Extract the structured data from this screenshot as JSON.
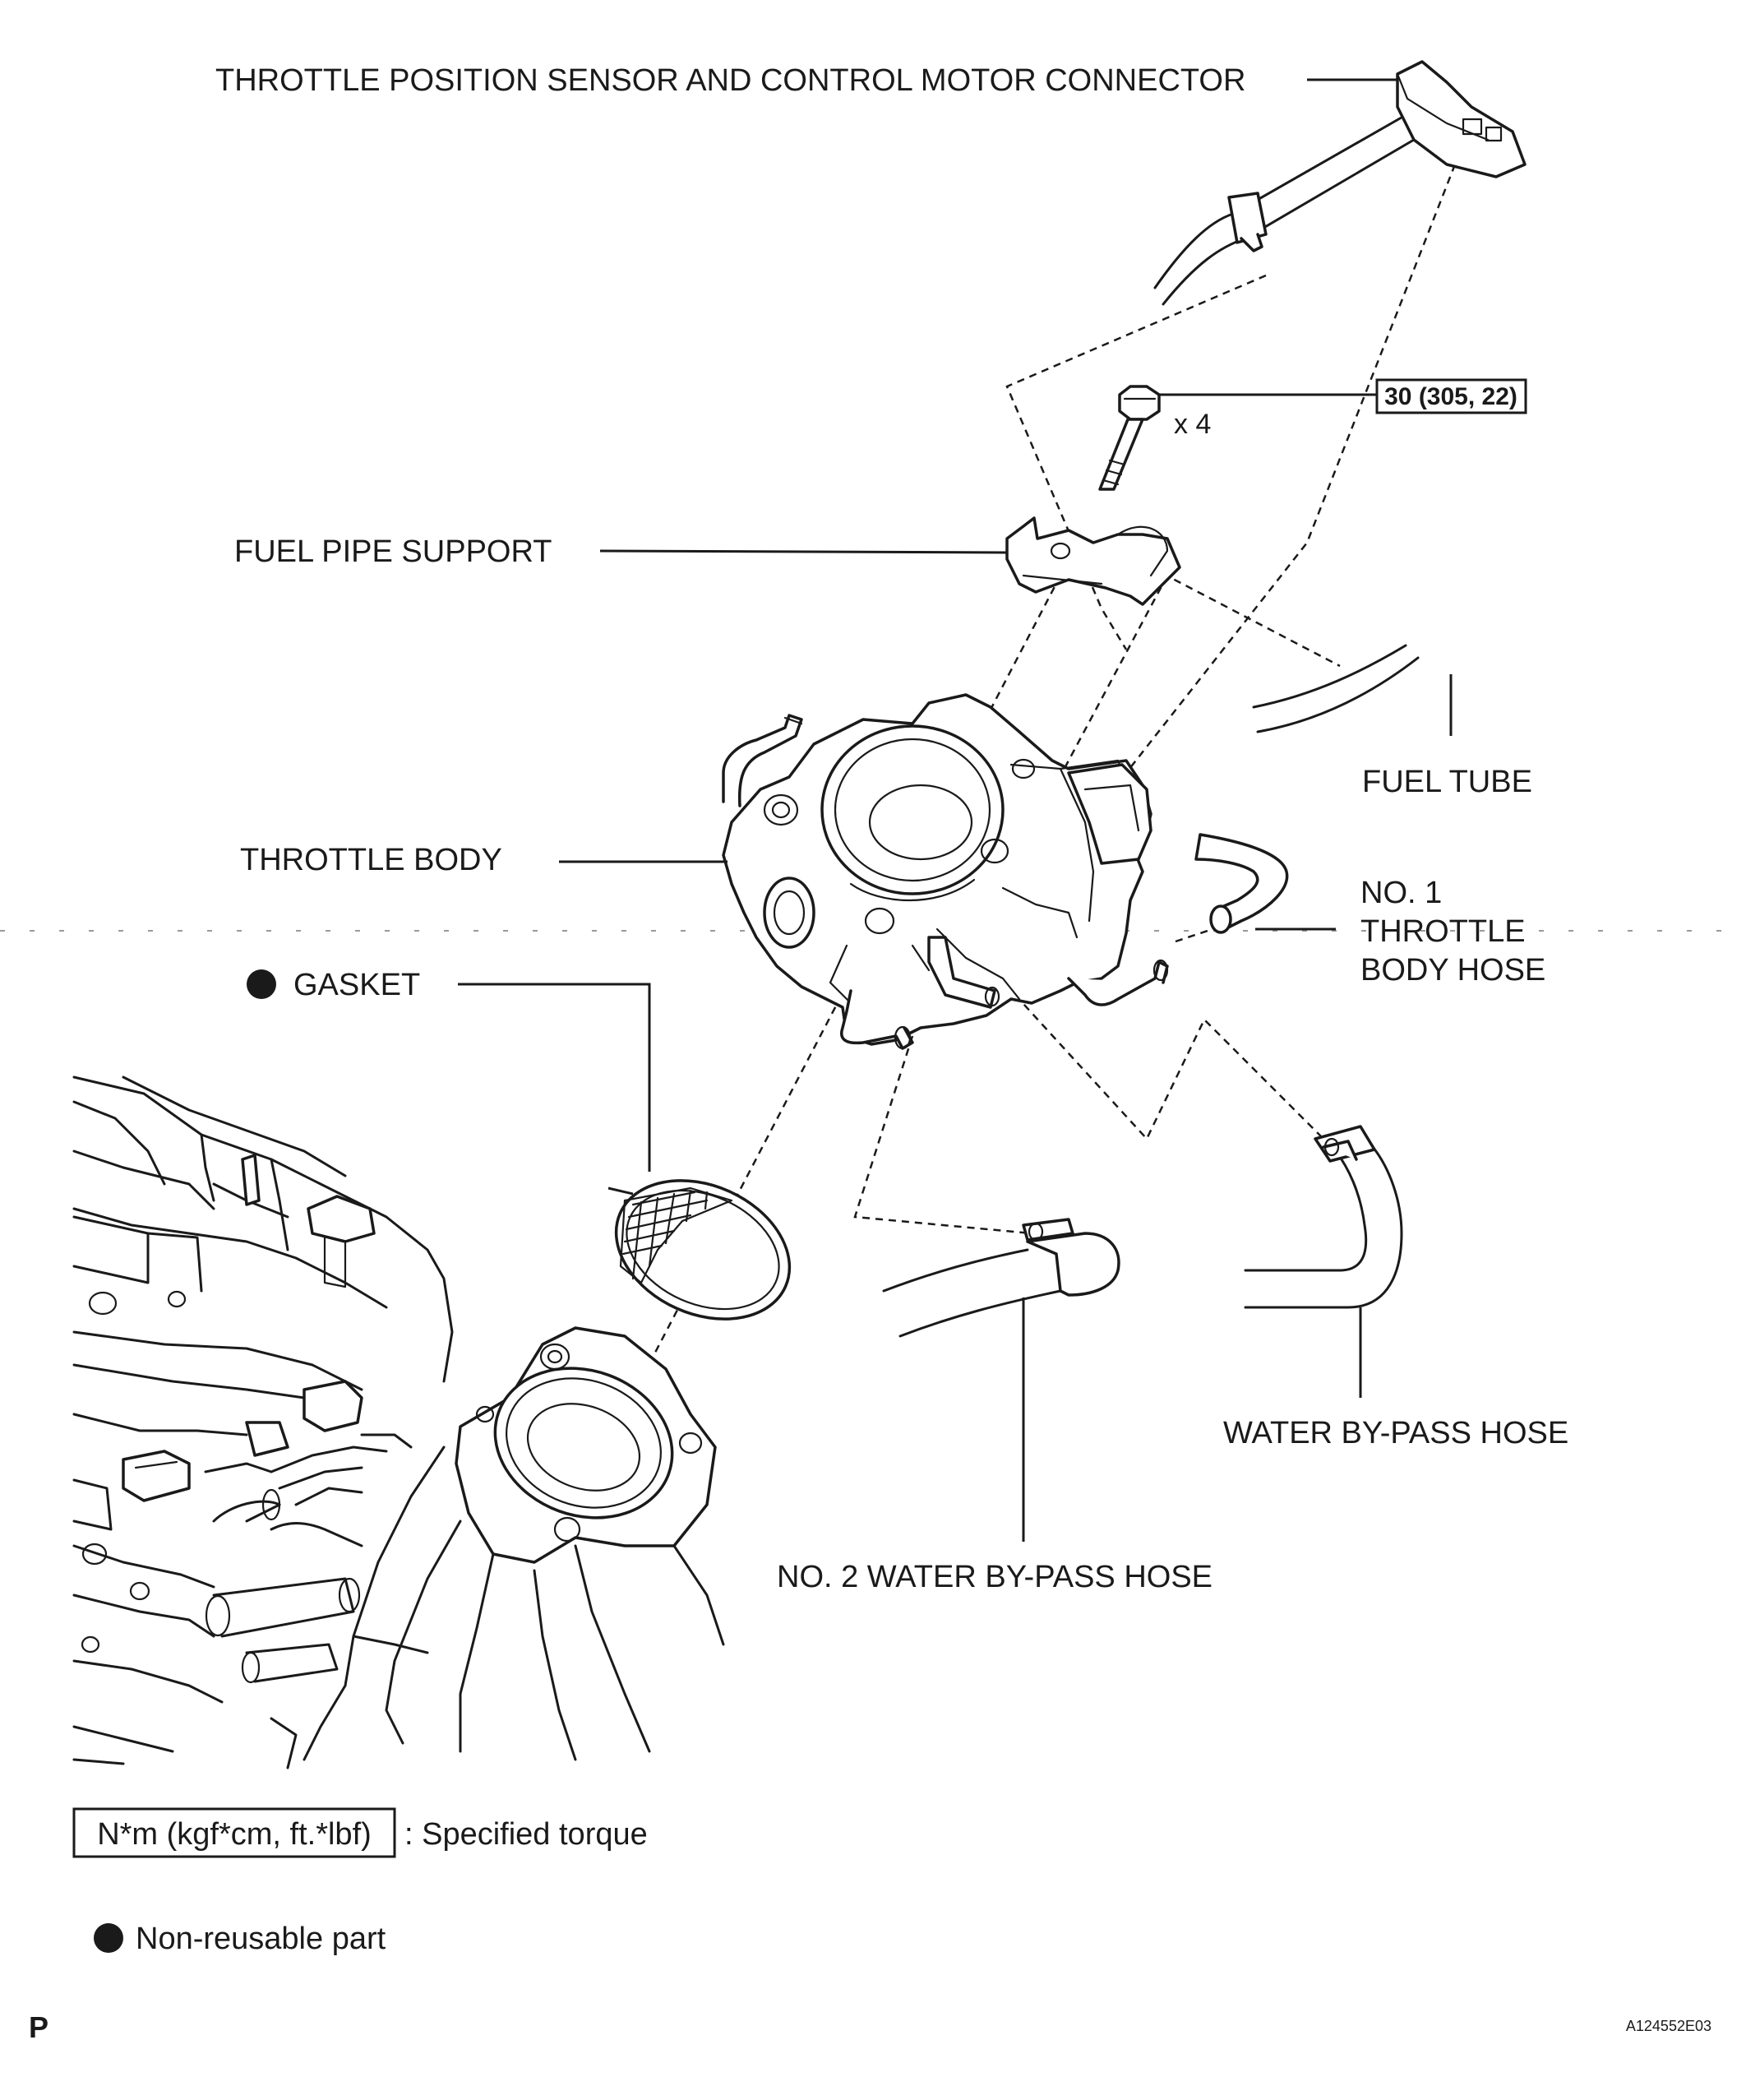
{
  "labels": {
    "connector": "THROTTLE POSITION SENSOR AND CONTROL MOTOR CONNECTOR",
    "bolt_count": "x 4",
    "torque_value": "30 (305, 22)",
    "fuel_pipe_support": "FUEL PIPE SUPPORT",
    "fuel_tube": "FUEL TUBE",
    "throttle_body": "THROTTLE BODY",
    "no1_hose_line1": "NO. 1",
    "no1_hose_line2": "THROTTLE",
    "no1_hose_line3": "BODY HOSE",
    "gasket": "GASKET",
    "water_bypass_hose": "WATER BY-PASS HOSE",
    "no2_water_bypass_hose": "NO. 2 WATER BY-PASS HOSE"
  },
  "legend": {
    "torque_box": "N*m (kgf*cm, ft.*lbf)",
    "torque_desc": ": Specified torque",
    "nonreusable_desc": "Non-reusable part"
  },
  "footer": {
    "page_mark": "P",
    "figure_id": "A124552E03"
  },
  "icons": {
    "non_reusable_marker": "filled-circle-icon"
  }
}
